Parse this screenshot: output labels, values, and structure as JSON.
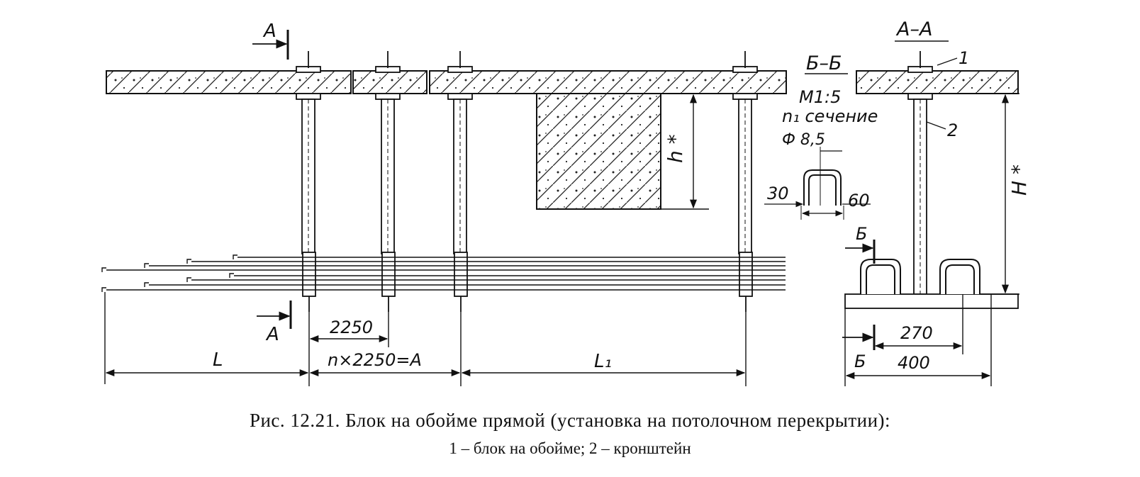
{
  "labels": {
    "section_a_arrow_top": "А",
    "section_a_arrow_bottom": "А",
    "section_aa": "А–А",
    "section_bb": "Б–Б",
    "scale": "М1:5",
    "section_n1": "n₁ сечение",
    "diameter": "Ф 8,5",
    "dim_30": "30",
    "dim_60": "60",
    "dim_h": "h *",
    "dim_H": "H *",
    "dim_2250": "2250",
    "dim_nx2250": "n×2250=А",
    "dim_L": "L",
    "dim_L1": "L₁",
    "dim_270": "270",
    "dim_400": "400",
    "label_b_top": "Б",
    "label_b_bottom": "Б",
    "callout_1": "1",
    "callout_2": "2"
  },
  "caption": {
    "line1": "Рис. 12.21. Блок на обойме прямой (установка на потолочном перекрытии):",
    "line2": "1 – блок на обойме; 2 – кронштейн"
  }
}
